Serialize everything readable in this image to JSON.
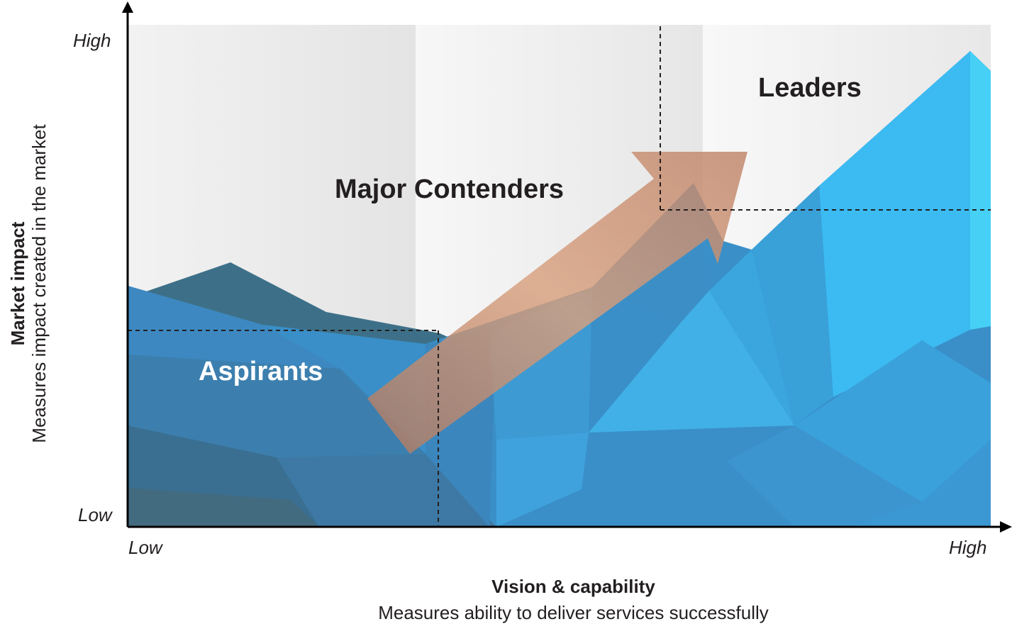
{
  "x_axis": {
    "title": "Vision & capability",
    "subtitle": "Measures ability to deliver services successfully",
    "low_label": "Low",
    "high_label": "High"
  },
  "y_axis": {
    "title": "Market impact",
    "subtitle": "Measures impact created in the market",
    "low_label": "Low",
    "high_label": "High"
  },
  "zones": {
    "leaders": "Leaders",
    "major_contenders": "Major Contenders",
    "aspirants": "Aspirants"
  },
  "colors": {
    "accent_blue": "#3fa9e4",
    "dark_teal": "#3b6e87",
    "arrow": "#c98a6a",
    "zone_text_dark": "#231f20",
    "zone_text_light": "#ffffff"
  }
}
